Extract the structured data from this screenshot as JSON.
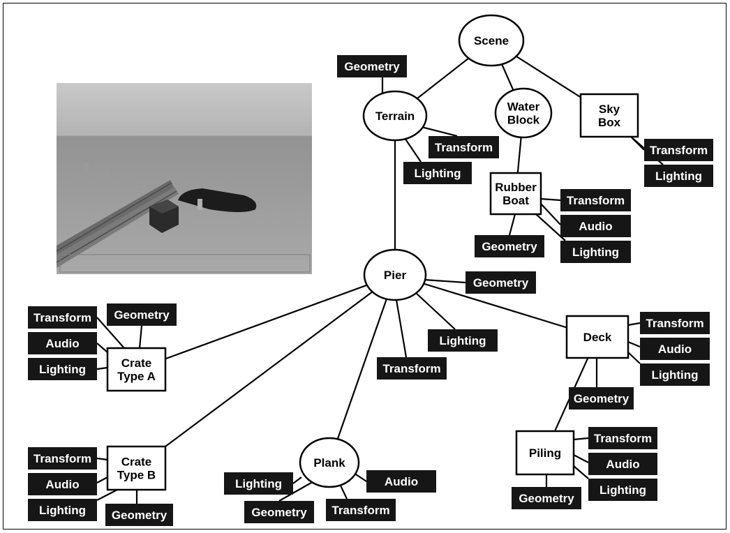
{
  "diagram": {
    "colors": {
      "line": "#000000",
      "node_fill": "#ffffff",
      "tag_fill": "#161616",
      "tag_text": "#ffffff"
    },
    "nodes": {
      "scene": {
        "label": [
          "Scene"
        ],
        "shape": "ellipse"
      },
      "terrain": {
        "label": [
          "Terrain"
        ],
        "shape": "ellipse"
      },
      "water_block": {
        "label": [
          "Water",
          "Block"
        ],
        "shape": "ellipse"
      },
      "sky_box": {
        "label": [
          "Sky",
          "Box"
        ],
        "shape": "box"
      },
      "rubber_boat": {
        "label": [
          "Rubber",
          "Boat"
        ],
        "shape": "box"
      },
      "pier": {
        "label": [
          "Pier"
        ],
        "shape": "ellipse"
      },
      "crate_a": {
        "label": [
          "Crate",
          "Type A"
        ],
        "shape": "box"
      },
      "crate_b": {
        "label": [
          "Crate",
          "Type B"
        ],
        "shape": "box"
      },
      "plank": {
        "label": [
          "Plank"
        ],
        "shape": "ellipse"
      },
      "deck": {
        "label": [
          "Deck"
        ],
        "shape": "box"
      },
      "piling": {
        "label": [
          "Piling"
        ],
        "shape": "box"
      }
    },
    "edges": [
      [
        "scene",
        "terrain"
      ],
      [
        "scene",
        "water_block"
      ],
      [
        "scene",
        "sky_box"
      ],
      [
        "water_block",
        "rubber_boat"
      ],
      [
        "terrain",
        "pier"
      ],
      [
        "pier",
        "crate_a"
      ],
      [
        "pier",
        "crate_b"
      ],
      [
        "pier",
        "plank"
      ],
      [
        "pier",
        "deck"
      ],
      [
        "deck",
        "piling"
      ]
    ],
    "tags": [
      {
        "parent": "terrain",
        "label": "Geometry"
      },
      {
        "parent": "terrain",
        "label": "Transform"
      },
      {
        "parent": "terrain",
        "label": "Lighting"
      },
      {
        "parent": "sky_box",
        "label": "Transform"
      },
      {
        "parent": "sky_box",
        "label": "Lighting"
      },
      {
        "parent": "rubber_boat",
        "label": "Transform"
      },
      {
        "parent": "rubber_boat",
        "label": "Audio"
      },
      {
        "parent": "rubber_boat",
        "label": "Geometry"
      },
      {
        "parent": "rubber_boat",
        "label": "Lighting"
      },
      {
        "parent": "pier",
        "label": "Geometry"
      },
      {
        "parent": "pier",
        "label": "Lighting"
      },
      {
        "parent": "pier",
        "label": "Transform"
      },
      {
        "parent": "deck",
        "label": "Transform"
      },
      {
        "parent": "deck",
        "label": "Audio"
      },
      {
        "parent": "deck",
        "label": "Lighting"
      },
      {
        "parent": "deck",
        "label": "Geometry"
      },
      {
        "parent": "crate_a",
        "label": "Transform"
      },
      {
        "parent": "crate_a",
        "label": "Geometry"
      },
      {
        "parent": "crate_a",
        "label": "Audio"
      },
      {
        "parent": "crate_a",
        "label": "Lighting"
      },
      {
        "parent": "crate_b",
        "label": "Transform"
      },
      {
        "parent": "crate_b",
        "label": "Audio"
      },
      {
        "parent": "crate_b",
        "label": "Lighting"
      },
      {
        "parent": "crate_b",
        "label": "Geometry"
      },
      {
        "parent": "plank",
        "label": "Lighting"
      },
      {
        "parent": "plank",
        "label": "Audio"
      },
      {
        "parent": "plank",
        "label": "Geometry"
      },
      {
        "parent": "plank",
        "label": "Transform"
      },
      {
        "parent": "piling",
        "label": "Transform"
      },
      {
        "parent": "piling",
        "label": "Audio"
      },
      {
        "parent": "piling",
        "label": "Lighting"
      },
      {
        "parent": "piling",
        "label": "Geometry"
      }
    ]
  },
  "render_image": {
    "description_icon": "3d-scene-render-image"
  }
}
